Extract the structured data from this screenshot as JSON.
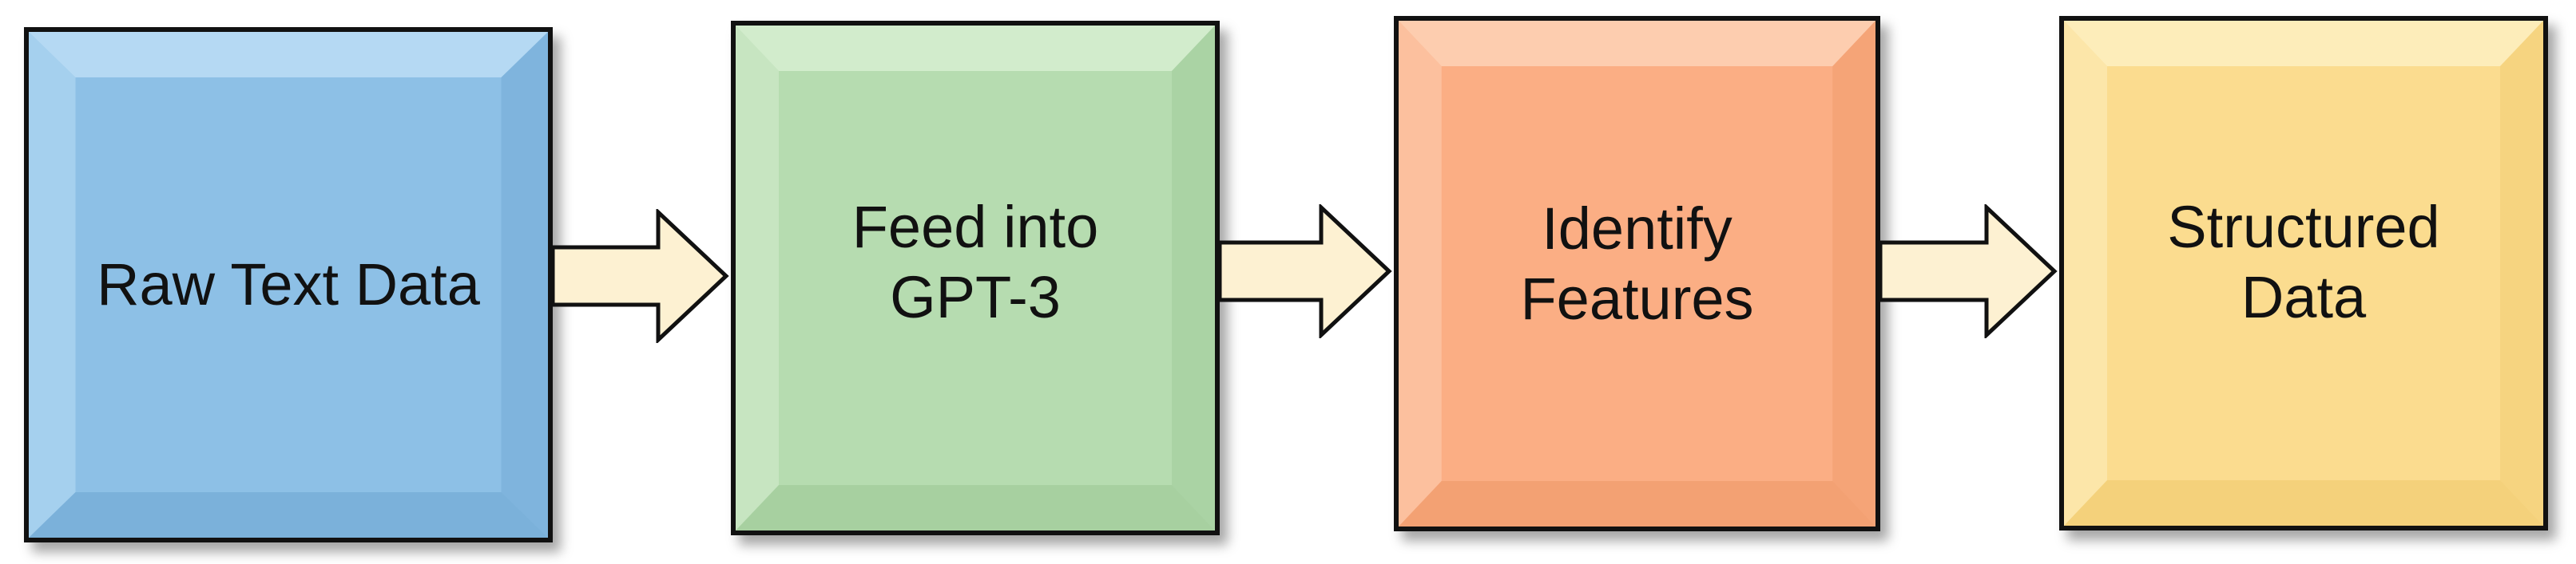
{
  "steps": [
    {
      "lines": [
        "Raw Text Data"
      ],
      "color": "#8dc0e6",
      "light": "#b9dcf4",
      "dark": "#6fa6d2"
    },
    {
      "lines": [
        "Feed into",
        "GPT-3"
      ],
      "color": "#b6dcb0",
      "light": "#d5edcf",
      "dark": "#9cc896"
    },
    {
      "lines": [
        "Identify",
        "Features"
      ],
      "color": "#fbae84",
      "light": "#fdd0b4",
      "dark": "#ee9868"
    },
    {
      "lines": [
        "Structured",
        "Data"
      ],
      "color": "#fbdc8f",
      "light": "#fdeebf",
      "dark": "#f0c96e"
    }
  ],
  "arrow_color": "#fdf1d2"
}
